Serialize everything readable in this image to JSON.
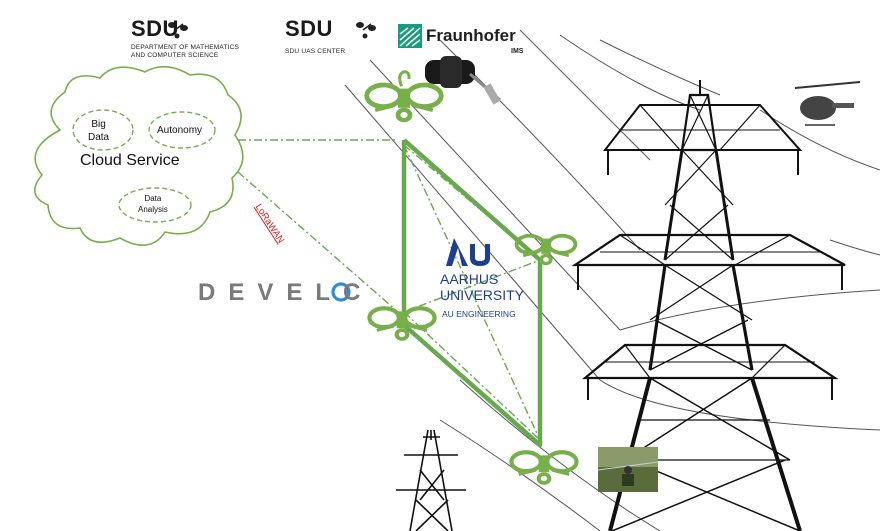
{
  "logos": {
    "sdu_left": {
      "name": "SDU",
      "subtitle_line1": "DEPARTMENT OF MATHEMATICS",
      "subtitle_line2": "AND COMPUTER SCIENCE"
    },
    "sdu_center": {
      "name": "SDU",
      "subtitle": "SDU UAS CENTER"
    },
    "fraunhofer": {
      "name": "Fraunhofer",
      "subtitle": "IMS"
    },
    "develco": {
      "name": "DEVELCO"
    },
    "aarhus": {
      "line1": "AARHUS",
      "line2": "UNIVERSITY",
      "subtitle": "AU ENGINEERING"
    }
  },
  "cloud": {
    "title": "Cloud Service",
    "bubbles": [
      {
        "line1": "Big",
        "line2": "Data"
      },
      {
        "line1": "Autonomy",
        "line2": ""
      },
      {
        "line1": "Data",
        "line2": "Analysis"
      }
    ]
  },
  "links": {
    "lorawan": "LoRaWAN"
  },
  "colors": {
    "drone_green": "#77b04b",
    "path_green": "#6aa84f",
    "tower_black": "#111111",
    "au_blue": "#1e3f8f",
    "lorawan_red": "#cc2222"
  },
  "icons": [
    "sdu-leaf-icon",
    "fraunhofer-logo-icon",
    "sensor-device-icon",
    "drone-icon",
    "helicopter-icon",
    "lineworker-photo",
    "transmission-tower-icon",
    "au-logo-icon",
    "develco-o-icon"
  ]
}
